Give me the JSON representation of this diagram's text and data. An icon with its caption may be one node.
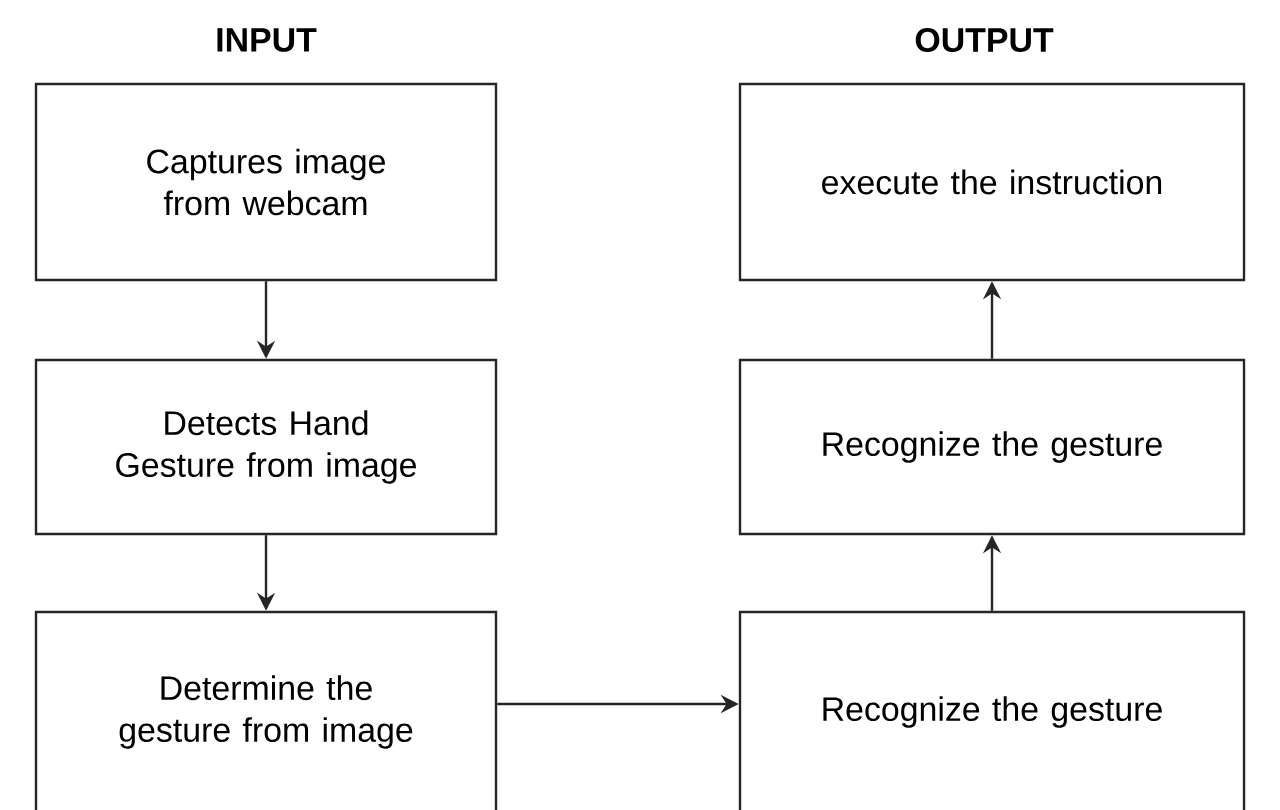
{
  "diagram": {
    "nodes": [
      {
        "text": [
          "Captures image from webcam"
        ]
      },
      {
        "text": [
          "Detects Hand Gesture from image"
        ]
      },
      {
        "text": [
          "Determine the gesture from image"
        ]
      },
      {
        "text": [
          "Recognize the gesture"
        ]
      },
      {
        "text": [
          "Recognize the gesture"
        ]
      },
      {
        "text": [
          "execute the instruction"
        ]
      }
    ],
    "edges": [
      {
        "from": 0,
        "to": 1,
        "arrow": "to"
      },
      {
        "from": 1,
        "to": 2,
        "arrow": "to"
      },
      {
        "from": 2,
        "to": 3,
        "arrow": "to"
      },
      {
        "from": 3,
        "to": 4,
        "arrow": "to"
      },
      {
        "from": 4,
        "to": 5,
        "arrow": "to"
      }
    ],
    "labels": [
      "INPUT",
      "OUTPUT"
    ]
  }
}
